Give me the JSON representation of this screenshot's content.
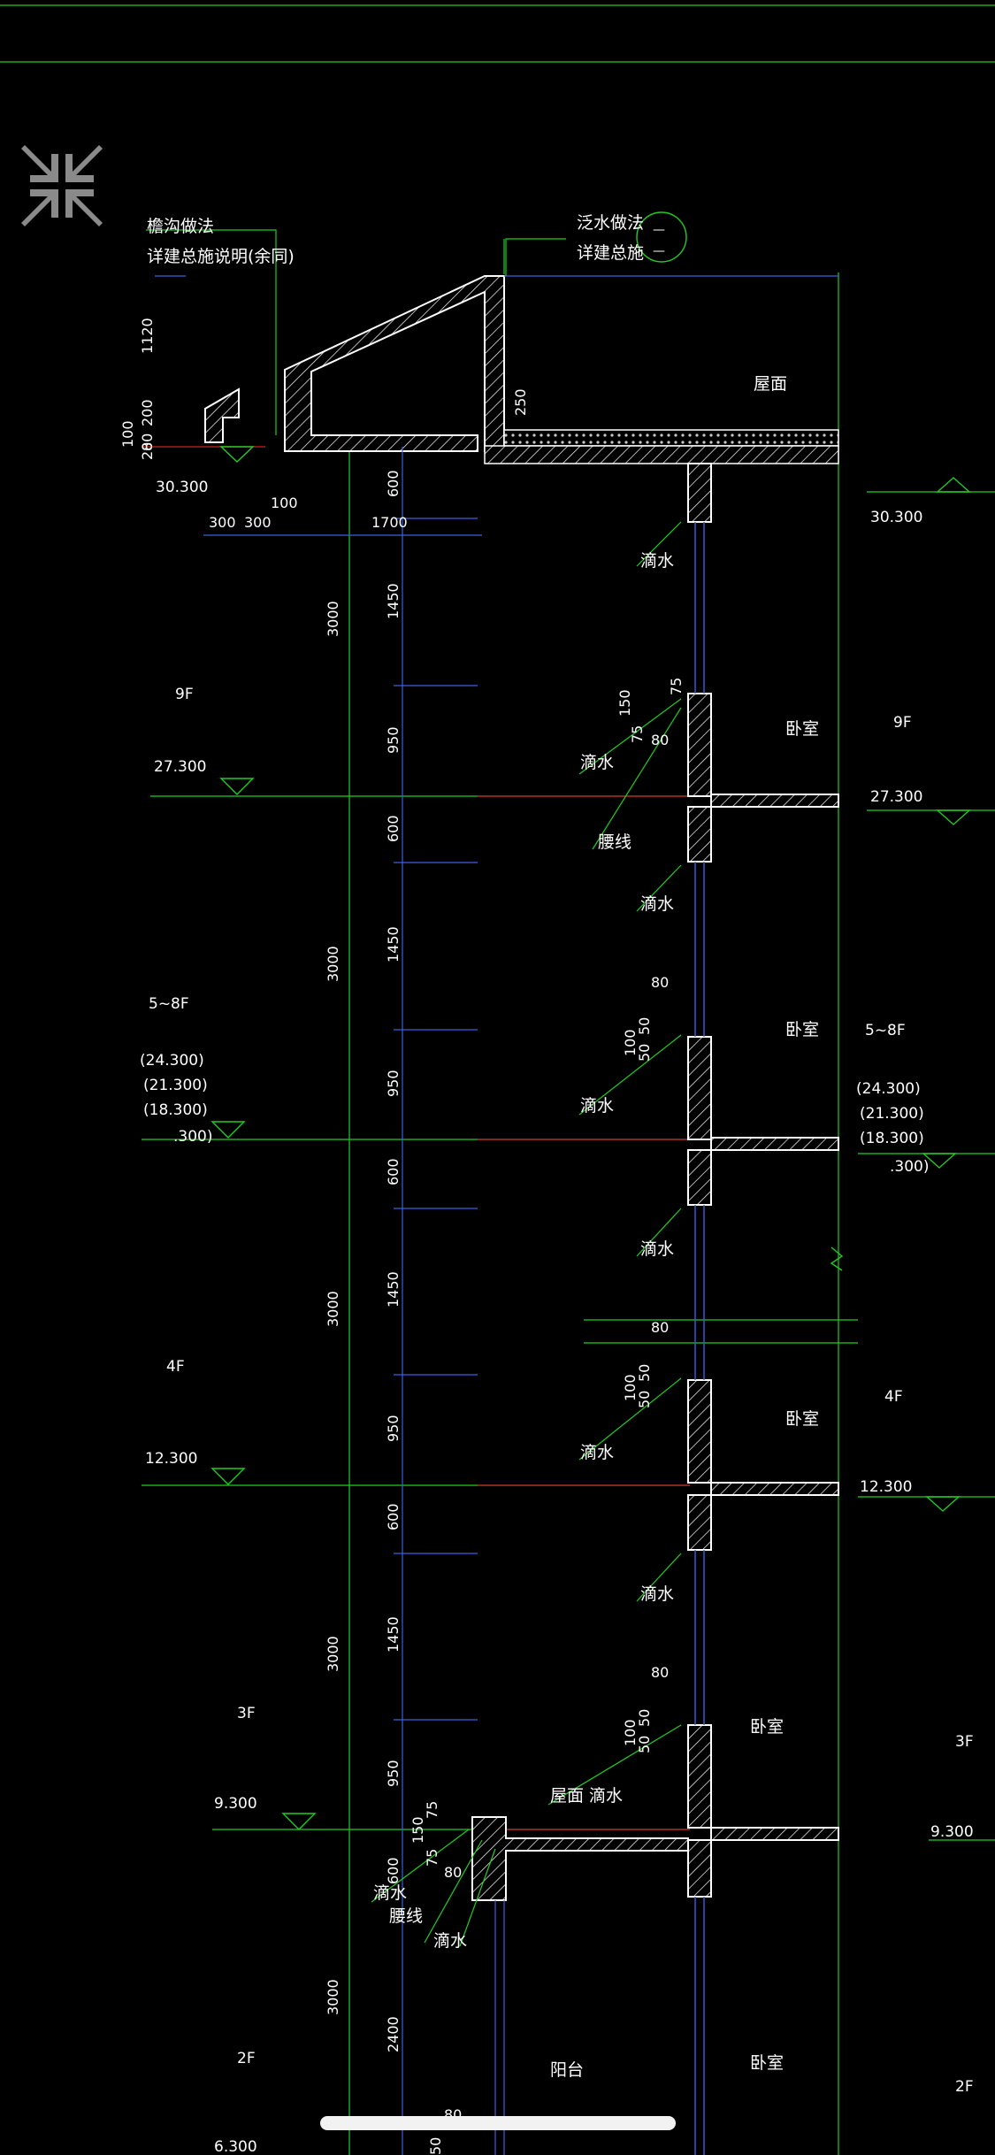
{
  "colors": {
    "background": "#000000",
    "wall": "#ffffff",
    "grid": "#22cc22",
    "dim": "#3a5fe0",
    "floor_line": "#cc2222",
    "text": "#ffffff"
  },
  "toolbar": {
    "exit_fullscreen_icon": "collapse-arrows-icon"
  },
  "notes": {
    "gutter_method": "檐沟做法",
    "gutter_ref": "详建总施说明(余同)",
    "flashing_method": "泛水做法",
    "flashing_ref": "详建总施",
    "flashing_detail_top": "—",
    "flashing_detail_bottom": "—"
  },
  "rooms": {
    "roof": "屋面",
    "bedroom_9f": "卧室",
    "bedroom_5_8f": "卧室",
    "bedroom_4f": "卧室",
    "bedroom_3f": "卧室",
    "bedroom_2f": "卧室",
    "balcony": "阳台"
  },
  "labels": {
    "drip": "滴水",
    "cornice": "腰线",
    "roof_drip": "屋面 滴水"
  },
  "floors": {
    "f9": "9F",
    "f5_8": "5~8F",
    "f4": "4F",
    "f3": "3F",
    "f2": "2F"
  },
  "elevations": {
    "e30300": "30.300",
    "e27300": "27.300",
    "e24300": "(24.300)",
    "e21300": "(21.300)",
    "e18300": "(18.300)",
    "e15300": ".300)",
    "e12300": "12.300",
    "e9300": "9.300",
    "e6300": "6.300"
  },
  "dims": {
    "d1120": "1120",
    "d200": "200",
    "d100": "100",
    "d20": "20",
    "d80": "80",
    "d300": "300",
    "d1700": "1700",
    "d250": "250",
    "d3000": "3000",
    "d600": "600",
    "d1450": "1450",
    "d950": "950",
    "d75": "75",
    "d150": "150",
    "d50": "50",
    "d2400": "2400"
  }
}
